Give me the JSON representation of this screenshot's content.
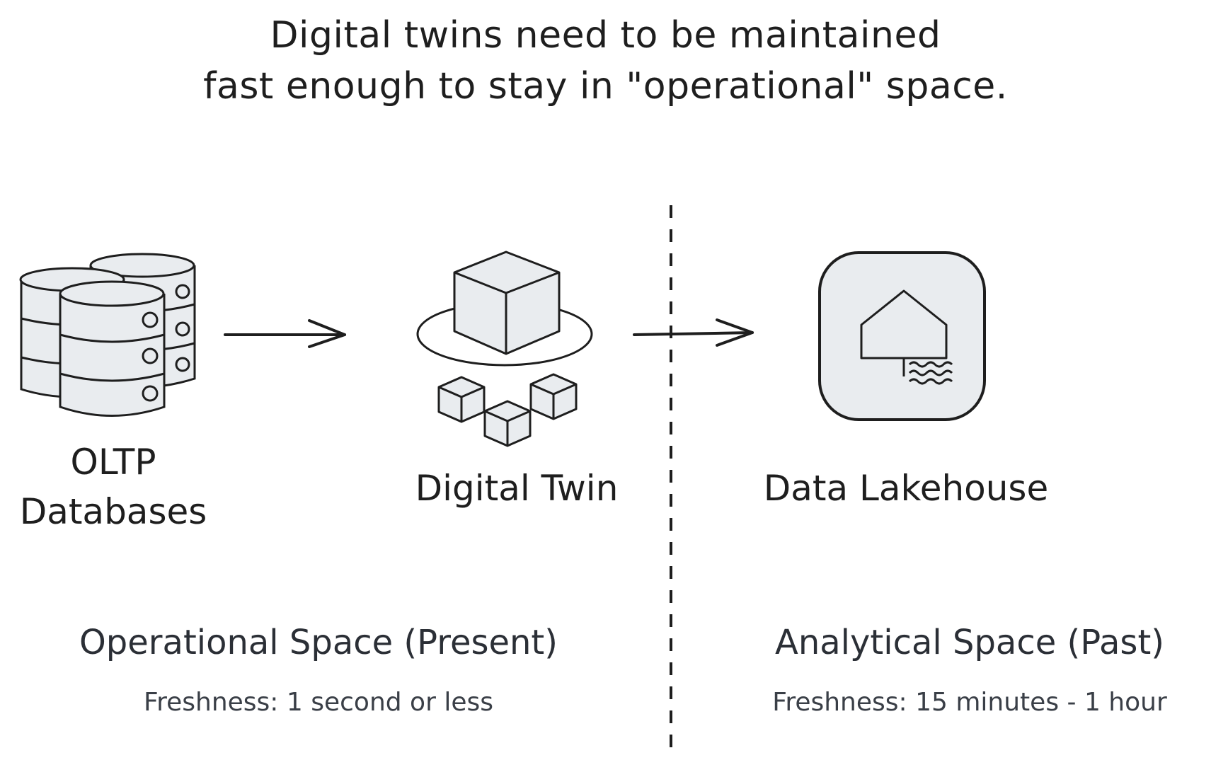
{
  "title": {
    "line1": "Digital twins need to be maintained",
    "line2": "fast enough to stay in \"operational\" space."
  },
  "nodes": {
    "oltp": {
      "line1": "OLTP",
      "line2": "Databases",
      "icon": "database-stack-icon"
    },
    "twin": {
      "label": "Digital Twin",
      "icon": "cube-cluster-icon"
    },
    "lakehouse": {
      "label": "Data Lakehouse",
      "icon": "lakehouse-icon"
    }
  },
  "spaces": {
    "operational": {
      "title": "Operational Space (Present)",
      "freshness": "Freshness: 1 second or less"
    },
    "analytical": {
      "title": "Analytical Space (Past)",
      "freshness": "Freshness: 15 minutes - 1 hour"
    }
  },
  "colors": {
    "stroke": "#1e1e1e",
    "fill": "#e9ecef"
  }
}
